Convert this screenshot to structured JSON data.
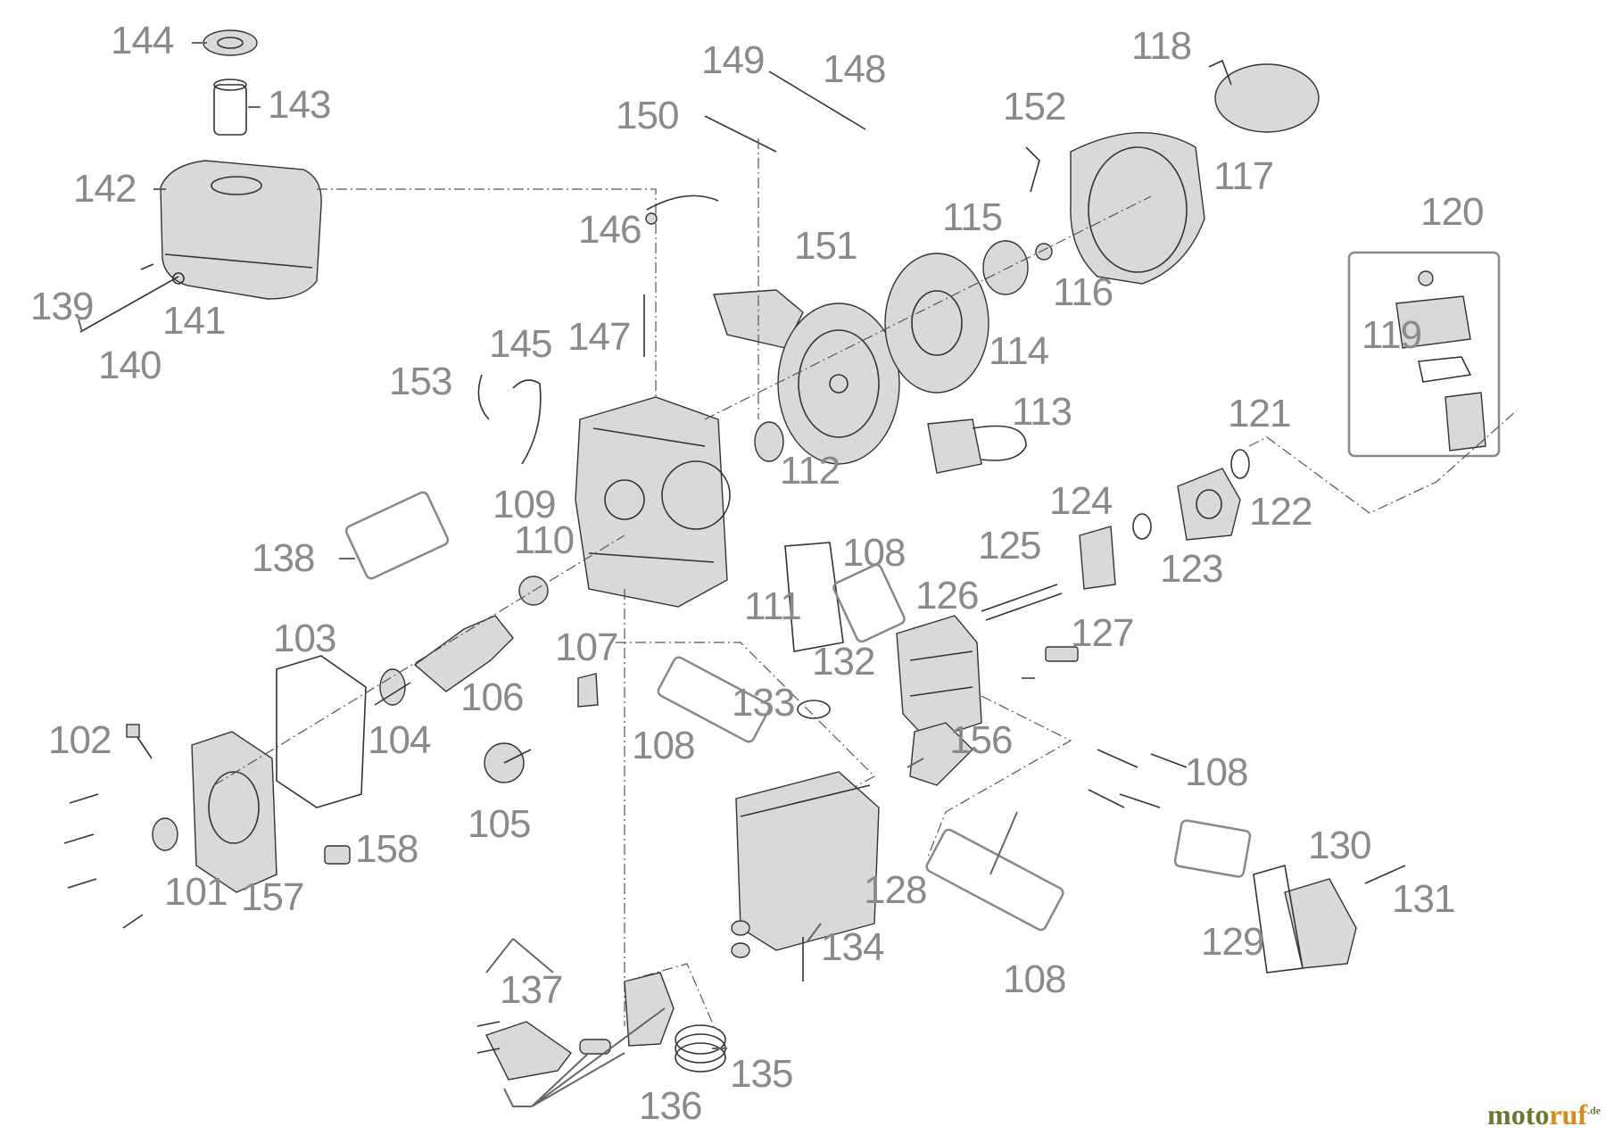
{
  "labels": {
    "l101": "101",
    "l102": "102",
    "l103": "103",
    "l104": "104",
    "l105": "105",
    "l106": "106",
    "l107": "107",
    "l108a": "108",
    "l108b": "108",
    "l108c": "108",
    "l108d": "108",
    "l109": "109",
    "l110": "110",
    "l111": "111",
    "l112": "112",
    "l113": "113",
    "l114": "114",
    "l115": "115",
    "l116": "116",
    "l117": "117",
    "l118": "118",
    "l119": "119",
    "l120": "120",
    "l121": "121",
    "l122": "122",
    "l123": "123",
    "l124": "124",
    "l125": "125",
    "l126": "126",
    "l127": "127",
    "l128": "128",
    "l129": "129",
    "l130": "130",
    "l131": "131",
    "l132": "132",
    "l133": "133",
    "l134": "134",
    "l135": "135",
    "l136": "136",
    "l137": "137",
    "l138": "138",
    "l139": "139",
    "l140": "140",
    "l141": "141",
    "l142": "142",
    "l143": "143",
    "l144": "144",
    "l145": "145",
    "l146": "146",
    "l147": "147",
    "l148": "148",
    "l149": "149",
    "l150": "150",
    "l151": "151",
    "l152": "152",
    "l153": "153",
    "l156": "156",
    "l157": "157",
    "l158": "158"
  },
  "watermark": {
    "part1": "moto",
    "part2": "ruf",
    "suffix": ".de"
  },
  "colors": {
    "label": "#8a8a8a",
    "line": "#333333",
    "watermark_green": "#6a7a2a",
    "watermark_orange": "#d98a1a"
  }
}
